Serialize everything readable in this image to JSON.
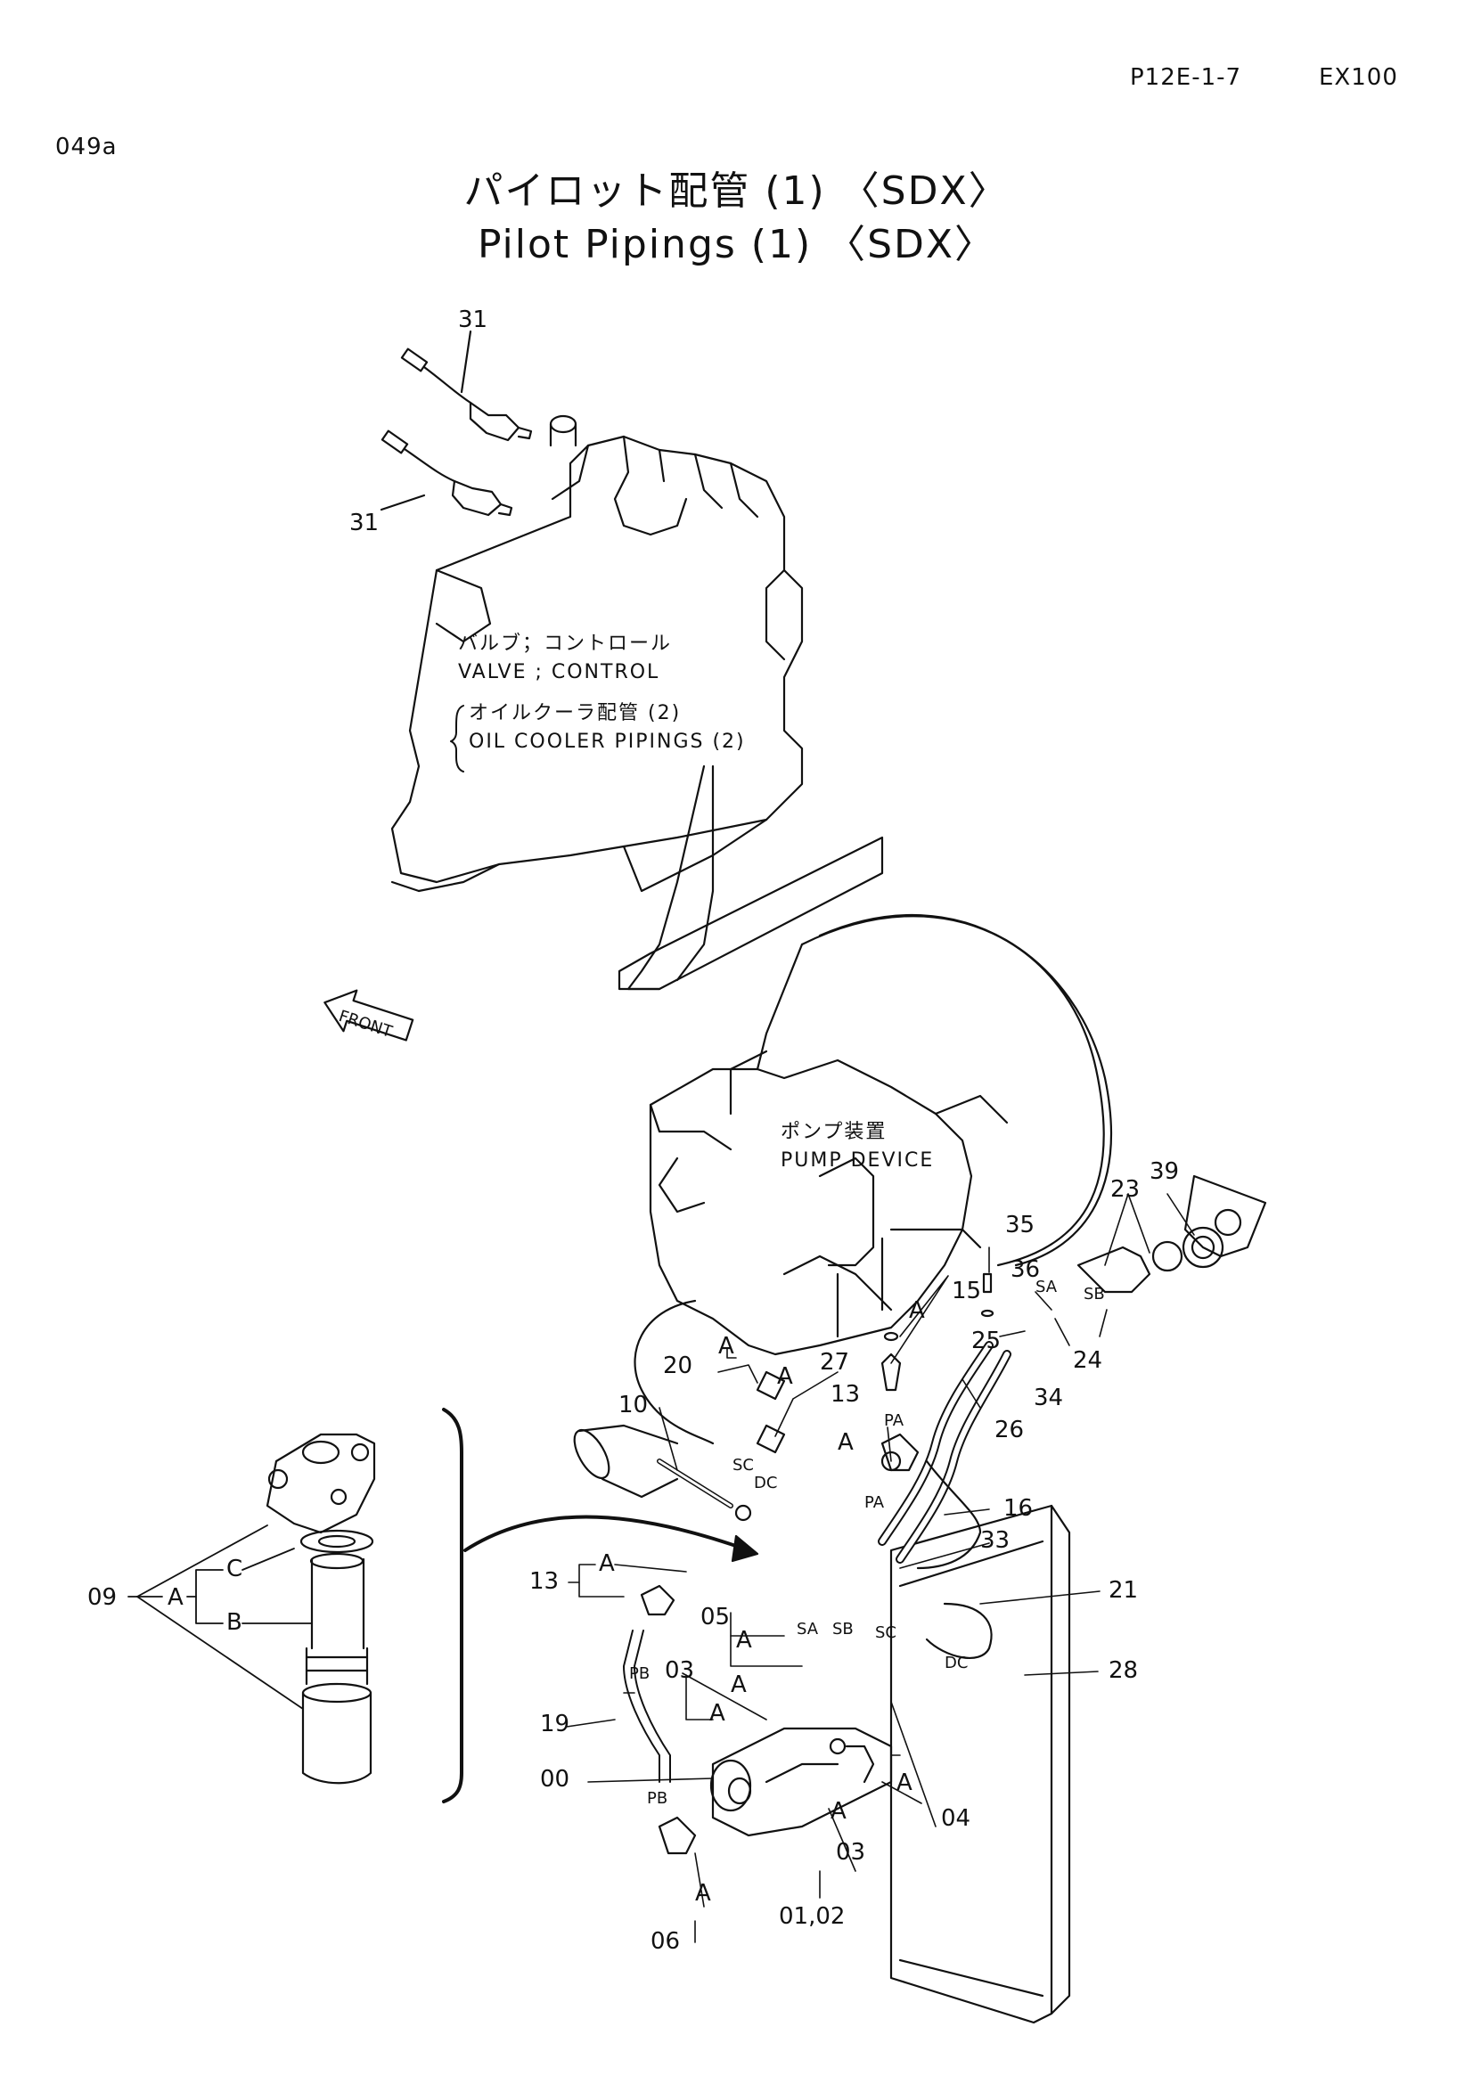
{
  "header": {
    "page_code": "P12E-1-7",
    "model": "EX100",
    "figure_id": "049a"
  },
  "title": {
    "japanese": "パイロット配管 (1) 〈SDX〉",
    "english": "Pilot Pipings (1) 〈SDX〉"
  },
  "notes": {
    "valve_jp": "バルブ；コントロール",
    "valve_en": "VALVE ; CONTROL",
    "cooler_jp": "オイルクーラ配管 (2)",
    "cooler_en": "OIL COOLER PIPINGS (2)",
    "pump_jp": "ポンプ装置",
    "pump_en": "PUMP DEVICE",
    "front": "FRONT"
  },
  "callouts": {
    "c31a": "31",
    "c31b": "31",
    "c39": "39",
    "c23": "23",
    "c35": "35",
    "c36": "36",
    "c15": "15",
    "cA15": "A",
    "cSA1": "SA",
    "cSB1": "SB",
    "c25": "25",
    "c24": "24",
    "c34": "34",
    "c26": "26",
    "c20": "20",
    "cA20": "A",
    "cA20b": "A",
    "c27": "27",
    "c10": "10",
    "c13b": "13",
    "cPA1": "PA",
    "cA13b": "A",
    "cSC1": "SC",
    "cDC1": "DC",
    "cPA2": "PA",
    "c16": "16",
    "c33": "33",
    "c21": "21",
    "c28": "28",
    "c13": "13",
    "cA13": "A",
    "c05": "05",
    "cSA2": "SA",
    "cSB2": "SB",
    "cSC2": "SC",
    "cA05": "A",
    "cDC2": "DC",
    "c03a": "03",
    "cA03": "A",
    "cA03b": "A",
    "cPB1": "PB",
    "c19": "19",
    "c00": "00",
    "cPB2": "PB",
    "c04": "04",
    "cA04": "A",
    "cA03c": "A",
    "c03b": "03",
    "cA06": "A",
    "c06": "06",
    "c0102": "01,02",
    "c09": "09",
    "cA09": "A",
    "cC": "C",
    "cB": "B"
  }
}
